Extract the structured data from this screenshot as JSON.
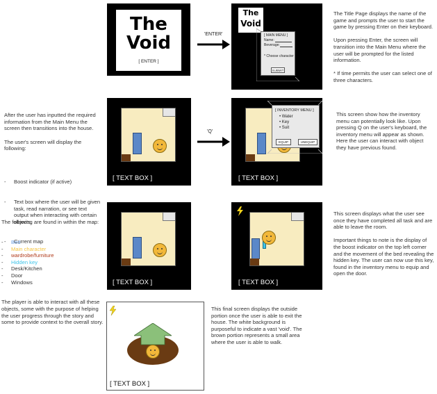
{
  "title_screen": {
    "line1": "The",
    "line2": "Void",
    "enter": "[ ENTER ]"
  },
  "arrow_enter_label": "'ENTER'",
  "main_menu_screen": {
    "logo_line1": "The",
    "logo_line2": "Void",
    "menu_title": "[ MAIN MENU ]",
    "name_label": "Name:",
    "beverage_label": "Beverage:",
    "choose_character": "* Choose character",
    "submit": "SUBMIT"
  },
  "note_title_page": "The Title Page displays the name of the game and prompts the user to start the game by pressing Enter on their keyboard.\n\nUpon pressing Enter, the screen will transition into the Main Menu where the user will be prompted for the listed information.\n\n* If time permits the user can select one of three characters.",
  "note_after_menu": "After the user has inputted the required information from the Main Menu the screen then transitions into the house.\n\nThe user's screen will display the following:",
  "display_items": [
    "Boost indicator (if active)",
    "Text box where the user will be given task, read narration, or see text output when interacting with certain objects.",
    "Current map"
  ],
  "arrow_q_label": "'Q'",
  "text_box_label": "[ TEXT BOX ]",
  "inventory": {
    "title": "[ INVENTORY MENU ]",
    "items": [
      "Water",
      "Key",
      "Suit"
    ],
    "equip": "EQUIP",
    "unequip": "UNEQUIP"
  },
  "note_inventory": "This screen show how the inventory menu can potentially look like. Upon pressing Q on the user's keyboard, the inventory menu will appear as shown. Here the user can interact with object they have previous found.",
  "legend_intro": "The following are found in within the map:",
  "legend_items": [
    {
      "label": "Bed",
      "color": "#6d9fe0"
    },
    {
      "label": "Main character",
      "color": "#f5c542"
    },
    {
      "label": "wardrobe/furniture",
      "color": "#b03a1a"
    },
    {
      "label": "Hidden key",
      "color": "#3ec3e8"
    },
    {
      "label": "Desk/Kitchen",
      "color": "#333333"
    },
    {
      "label": "Door",
      "color": "#333333"
    },
    {
      "label": "Windows",
      "color": "#333333"
    }
  ],
  "note_player_interact": "The player is able to interact with all these objects, some with the purpose of helping the user progress through the story and some to provide context to the overall story.",
  "note_tasks_done": "This screen displays what the user see once they have completed all task and are able to leave the room.\n\nImportant things to note is the display of the boost indicator on the top left corner and the movement of the bed revealing the hidden key. The user can now use this key, found in the inventory menu to equip and open the door.",
  "note_final": "This final screen displays the outside portion once the user is able to exit the house. The white background is purposeful to indicate a vast 'void'. The brown portion represents a small area where the user is able to walk."
}
